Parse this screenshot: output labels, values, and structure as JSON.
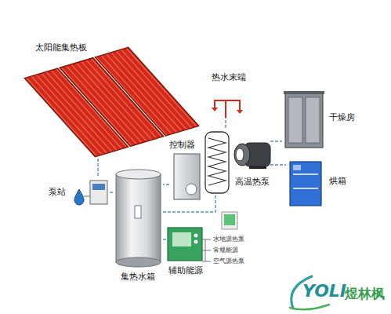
{
  "diagram": {
    "nodes": [
      {
        "text": [
          "太阳能集热板"
        ]
      },
      {
        "text": [
          "热水末端"
        ]
      },
      {
        "text": [
          "干燥房"
        ]
      },
      {
        "text": [
          "控制器"
        ]
      },
      {
        "text": [
          "高温热泵"
        ]
      },
      {
        "text": [
          "烘箱"
        ]
      },
      {
        "text": [
          "泵站"
        ]
      },
      {
        "text": [
          "集热水箱"
        ]
      },
      {
        "text": [
          "辅助能源"
        ]
      }
    ],
    "edges": [
      {
        "from": 0,
        "to": 6,
        "arrow": "none"
      },
      {
        "from": 6,
        "to": 7,
        "arrow": "none"
      },
      {
        "from": 3,
        "to": 7,
        "arrow": "none"
      },
      {
        "from": 7,
        "to": 4,
        "arrow": "none"
      },
      {
        "from": 4,
        "to": 1,
        "arrow": "none"
      },
      {
        "from": 4,
        "to": 2,
        "arrow": "none"
      },
      {
        "from": 4,
        "to": 5,
        "arrow": "none"
      },
      {
        "from": 8,
        "to": 7,
        "arrow": "none"
      }
    ],
    "labels": [
      "水地源热泵",
      "常规能源",
      "空气源热泵",
      "YOLI",
      "煜林枫"
    ]
  }
}
